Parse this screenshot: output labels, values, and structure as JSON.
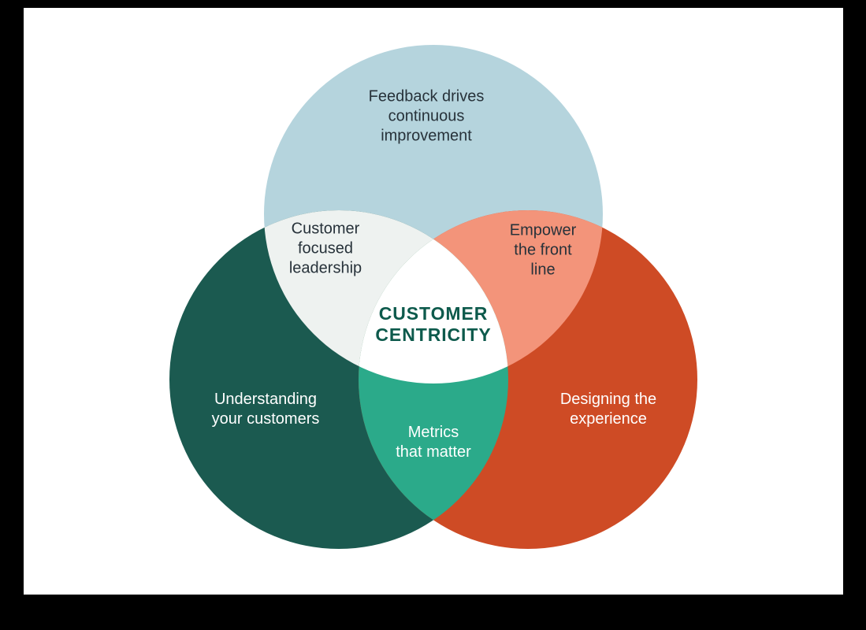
{
  "palette": {
    "frame": "#000000",
    "canvas": "#ffffff",
    "top_circle": "#b5d4dd",
    "left_circle": "#1b5a50",
    "right_circle": "#ce4b25",
    "top_left_overlap": "#eef2f0",
    "top_right_overlap": "#f3947a",
    "bottom_overlap": "#2baa8a",
    "center_region": "#ffffff",
    "title_text": "#0d5a4c",
    "dark_text": "#27323a",
    "light_text": "#ffffff"
  },
  "venn": {
    "center_title": {
      "label": "CUSTOMER CENTRICITY",
      "lines": [
        "CUSTOMER",
        "CENTRICITY"
      ]
    },
    "top_circle": {
      "label": "Feedback drives continuous improvement",
      "lines": [
        "Feedback drives",
        "continuous",
        "improvement"
      ]
    },
    "left_circle": {
      "label": "Understanding your customers",
      "lines": [
        "Understanding",
        "your customers"
      ]
    },
    "right_circle": {
      "label": "Designing the experience",
      "lines": [
        "Designing the",
        "experience"
      ]
    },
    "top_left_overlap": {
      "label": "Customer focused leadership",
      "lines": [
        "Customer",
        "focused",
        "leadership"
      ]
    },
    "top_right_overlap": {
      "label": "Empower the front line",
      "lines": [
        "Empower",
        "the front",
        "line"
      ]
    },
    "bottom_overlap": {
      "label": "Metrics that matter",
      "lines": [
        "Metrics",
        "that matter"
      ]
    }
  }
}
